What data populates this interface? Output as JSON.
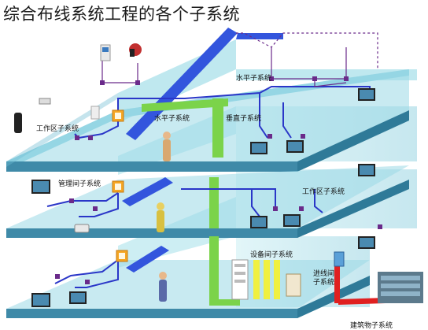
{
  "title": "综合布线系统工程的各个子系统",
  "labels": {
    "horizontal_top": "水平子系统",
    "horizontal_mid": "水平子系统",
    "vertical": "垂直子系统",
    "work_area_left": "工作区子系统",
    "work_area_right": "工作区子系统",
    "management": "管理间子系统",
    "equipment": "设备间子系统",
    "entrance": "进线间\n子系统",
    "building_group": "建筑物子系统"
  },
  "colors": {
    "floor_top": "#8fd3e3",
    "floor_front": "#3f8aa8",
    "wall": "#c8ecf2",
    "wall_dark": "#a9dbe6",
    "backbone": "#3355dd",
    "vertical_cable": "#7bd34a",
    "cable_blue": "#2a36c8",
    "cable_purple": "#6a2a8a",
    "riser_yellow": "#f0f040",
    "entrance_red": "#e02020"
  }
}
